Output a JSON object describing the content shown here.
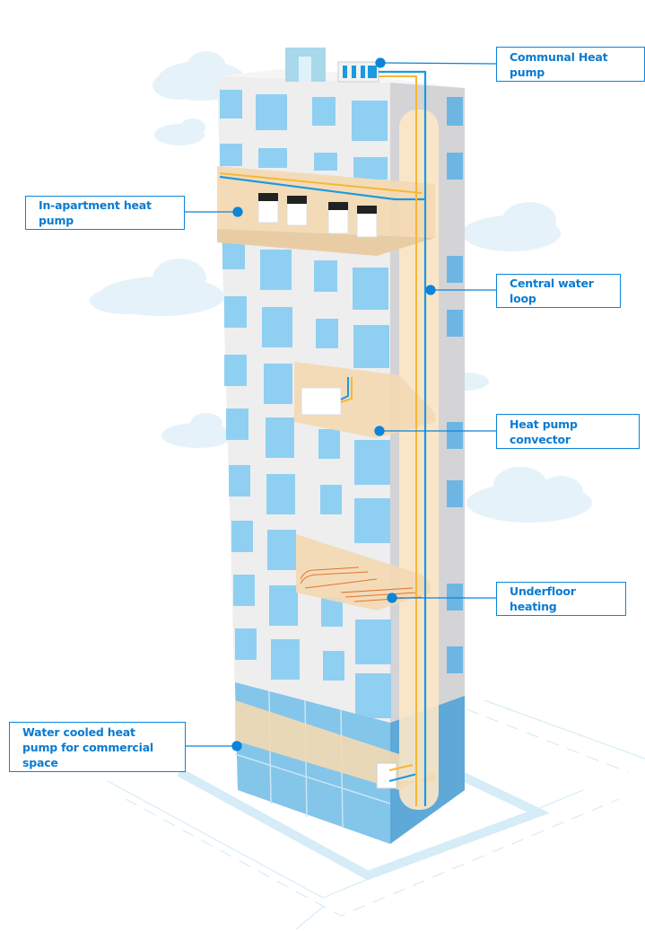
{
  "diagram": {
    "title": "Building heat pump system",
    "accent_color": "#0a85d9",
    "hot_pipe_color": "#f7b733",
    "cold_pipe_color": "#1a9ae0",
    "labels": {
      "communal_heat_pump": "Communal Heat pump",
      "in_apartment_heat_pump": "In-apartment heat pump",
      "central_water_loop": "Central water loop",
      "heat_pump_convector": "Heat pump convector",
      "underfloor_heating": "Underfloor heating",
      "water_cooled_heat_pump": "Water cooled heat pump for commercial space"
    }
  }
}
